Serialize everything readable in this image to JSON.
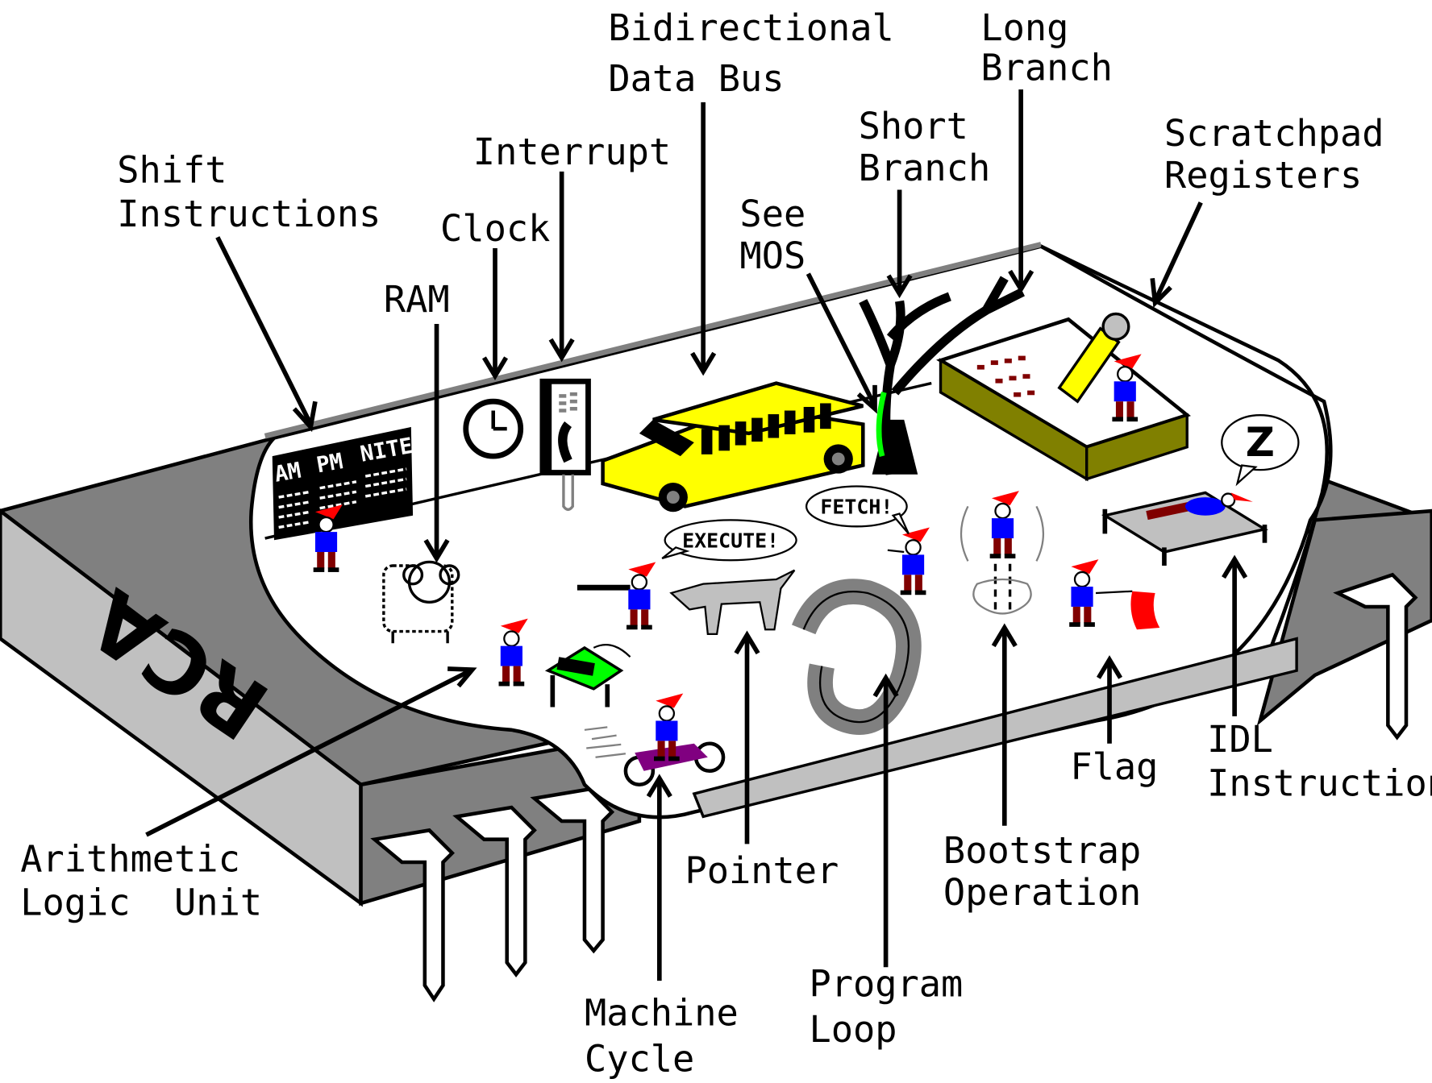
{
  "title": "Inside the microprocessor chip — a cartoon of CPU concepts",
  "chip": {
    "marking": "RCA"
  },
  "blackboard": {
    "columns": [
      "AM",
      "PM",
      "NITE"
    ]
  },
  "speech_bubbles": {
    "execute": "EXECUTE!",
    "fetch": "FETCH!",
    "sleep": "Z"
  },
  "labels": [
    {
      "id": "shift-instructions",
      "lines": [
        "Shift",
        "Instructions"
      ]
    },
    {
      "id": "ram",
      "lines": [
        "RAM"
      ]
    },
    {
      "id": "clock",
      "lines": [
        "Clock"
      ]
    },
    {
      "id": "interrupt",
      "lines": [
        "Interrupt"
      ]
    },
    {
      "id": "bidirectional-data-bus",
      "lines": [
        "Bidirectional",
        "Data Bus"
      ]
    },
    {
      "id": "see-mos",
      "lines": [
        "See",
        "MOS"
      ]
    },
    {
      "id": "short-branch",
      "lines": [
        "Short",
        "Branch"
      ]
    },
    {
      "id": "long-branch",
      "lines": [
        "Long",
        "Branch"
      ]
    },
    {
      "id": "scratchpad-registers",
      "lines": [
        "Scratchpad",
        "Registers"
      ]
    },
    {
      "id": "arithmetic-logic-unit",
      "lines": [
        "Arithmetic",
        "Logic  Unit"
      ]
    },
    {
      "id": "machine-cycle",
      "lines": [
        "Machine",
        "Cycle"
      ]
    },
    {
      "id": "pointer",
      "lines": [
        "Pointer"
      ]
    },
    {
      "id": "program-loop",
      "lines": [
        "Program",
        "Loop"
      ]
    },
    {
      "id": "bootstrap-operation",
      "lines": [
        "Bootstrap",
        "Operation"
      ]
    },
    {
      "id": "flag",
      "lines": [
        "Flag"
      ]
    },
    {
      "id": "idl-instruction",
      "lines": [
        "IDL",
        "Instruction"
      ]
    }
  ],
  "colors": {
    "chip_top": "#808080",
    "chip_side": "#c0c0c0",
    "gnome_hat": "#ff0000",
    "gnome_shirt": "#0000ff",
    "gnome_pants": "#800000",
    "bus_yellow": "#ffff00",
    "desk_green": "#00ff00",
    "book_olive": "#808000",
    "flag_red": "#ff0000"
  }
}
